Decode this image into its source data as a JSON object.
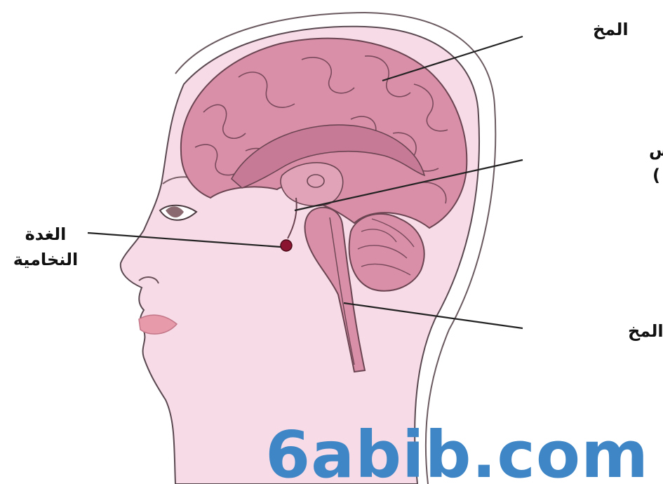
{
  "labels": {
    "brain": "المخ",
    "hypothalamus": "الهيبوثالامس",
    "hypothalamus_sub": "(ما تحت المهاد )",
    "pituitary_line1": "الغدة",
    "pituitary_line2": "النخامية",
    "brainstem": "جذع المخ"
  },
  "watermark": "6abib.com",
  "colors": {
    "skin": "#f7dbe6",
    "skin_outline": "#5a4850",
    "brain_fill": "#d98fa8",
    "brain_dark": "#b56d88",
    "brain_line": "#6b4452",
    "pointer_line": "#222222",
    "pituitary_dot": "#8b1430",
    "lips": "#e79aaa",
    "watermark": "#3f86c6"
  }
}
